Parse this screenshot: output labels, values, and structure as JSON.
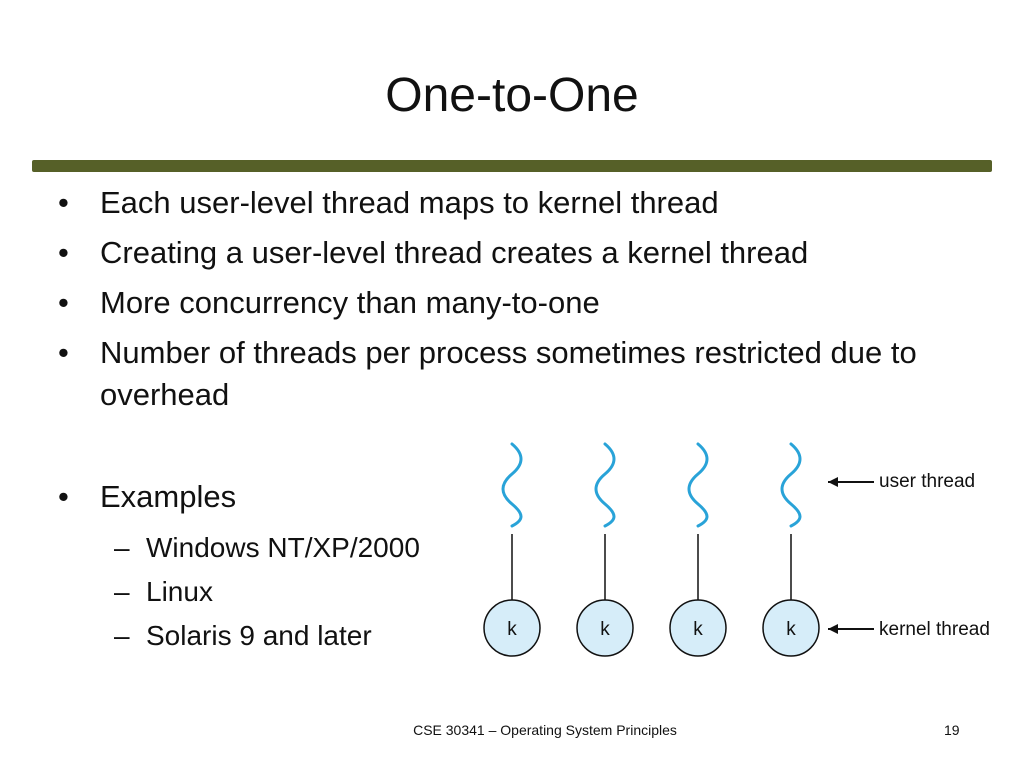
{
  "slide": {
    "title": "One-to-One",
    "bullets": [
      "Each user-level thread maps to kernel thread",
      "Creating a user-level thread creates a kernel thread",
      "More concurrency than many-to-one",
      "Number of threads per process sometimes restricted due to overhead"
    ],
    "examples_heading": "Examples",
    "examples": [
      "Windows NT/XP/2000",
      "Linux",
      "Solaris 9 and later"
    ],
    "bullet_glyph": "•",
    "dash_glyph": "–"
  },
  "diagram": {
    "kernel_label": "k",
    "user_thread_label": "user thread",
    "kernel_thread_label": "kernel thread",
    "thread_count": 4,
    "thread_color": "#29a3d8",
    "kernel_fill": "#d6edf9"
  },
  "footer": {
    "course": "CSE 30341 – Operating System Principles",
    "page_number": "19"
  },
  "theme": {
    "rule_color": "#566028"
  }
}
